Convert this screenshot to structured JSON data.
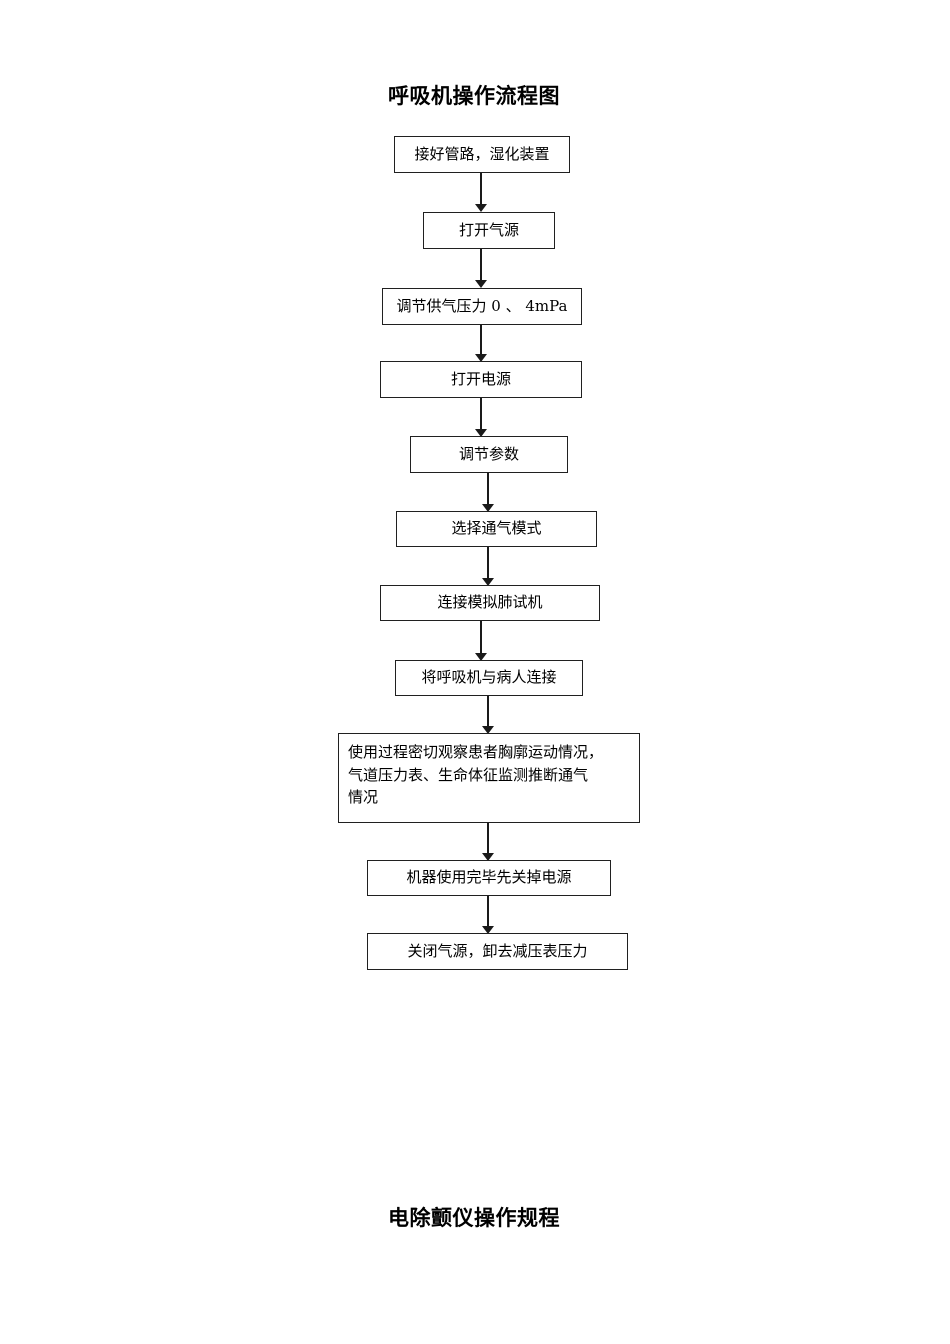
{
  "document": {
    "title_top": "呼吸机操作流程图",
    "title_bottom": "电除颤仪操作规程"
  },
  "flowchart": {
    "orientation": "vertical",
    "connector_type": "arrow-down",
    "box_border_color": "#202020",
    "box_fill_color": "#ffffff",
    "steps": [
      {
        "id": "step-1",
        "label": "接好管路，湿化装置"
      },
      {
        "id": "step-2",
        "label": "打开气源"
      },
      {
        "id": "step-3",
        "label": "调节供气压力 0 、 4mPa"
      },
      {
        "id": "step-4",
        "label": "打开电源"
      },
      {
        "id": "step-5",
        "label": "调节参数"
      },
      {
        "id": "step-6",
        "label": "选择通气模式"
      },
      {
        "id": "step-7",
        "label": "连接模拟肺试机"
      },
      {
        "id": "step-8",
        "label": "将呼吸机与病人连接"
      },
      {
        "id": "step-9",
        "label": "使用过程密切观察患者胸廓运动情况，气道压力表、生命体征监测推断通气情况",
        "lines": [
          "使用过程密切观察患者胸廓运动情况，",
          "气道压力表、生命体征监测推断通气",
          "情况"
        ]
      },
      {
        "id": "step-10",
        "label": "机器使用完毕先关掉电源"
      },
      {
        "id": "step-11",
        "label": "关闭气源，卸去减压表压力"
      }
    ]
  }
}
